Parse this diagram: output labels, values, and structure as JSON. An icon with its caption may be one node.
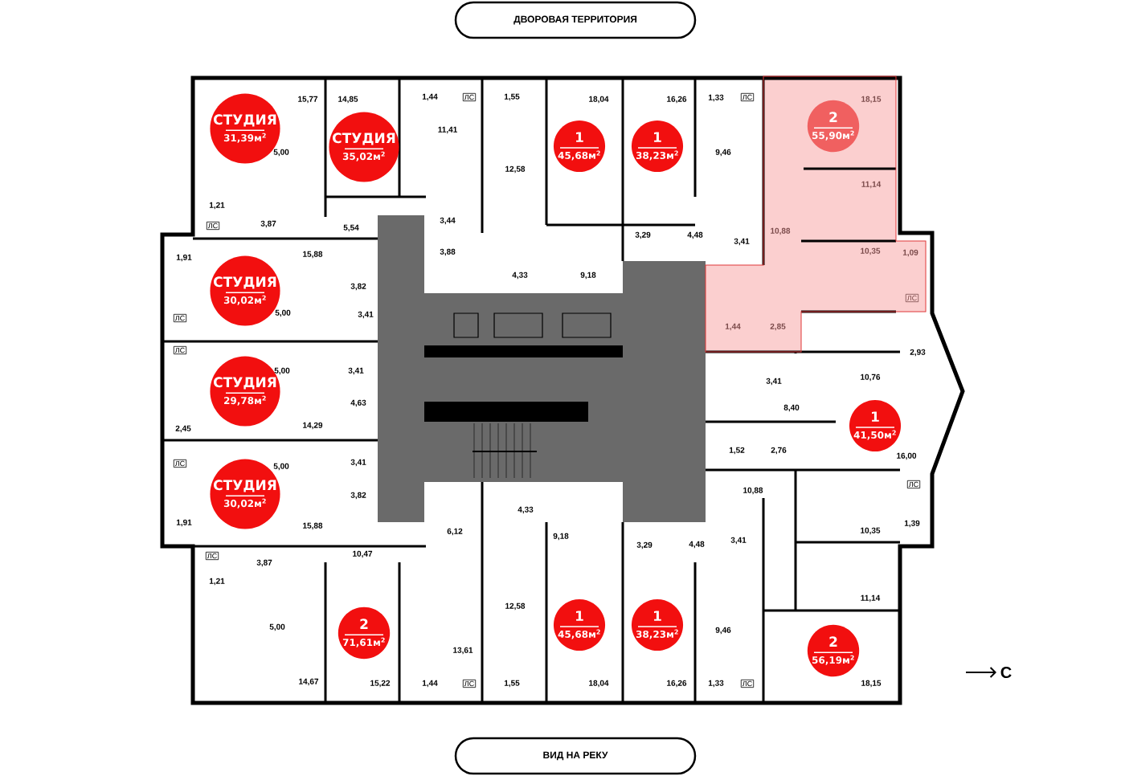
{
  "diagram": {
    "nodes": [
      {
        "text": [
          "ДВОРОВАЯ ТЕРРИТОРИЯ"
        ]
      },
      {
        "text": [
          "СТУДИЯ",
          "31,39м$^{2}$"
        ]
      },
      {
        "text": [
          "СТУДИЯ",
          "35,02м$^{2}$"
        ]
      },
      {
        "text": [
          "1",
          "45,68м$^{2}$"
        ]
      },
      {
        "text": [
          "1",
          "38,23м$^{2}$"
        ]
      },
      {
        "text": [
          "2",
          "55,90м$^{2}$"
        ]
      },
      {
        "text": [
          "СТУДИЯ",
          "30,02м$^{2}$"
        ]
      },
      {
        "text": [
          "СТУДИЯ",
          "29,78м$^{2}$"
        ]
      },
      {
        "text": [
          "1",
          "41,50м$^{2}$"
        ]
      },
      {
        "text": [
          "СТУДИЯ",
          "30,02м$^{2}$"
        ]
      },
      {
        "text": [
          "2",
          "71,61м$^{2}$"
        ]
      },
      {
        "text": [
          "1",
          "45,68м$^{2}$"
        ]
      },
      {
        "text": [
          "1",
          "38,23м$^{2}$"
        ]
      },
      {
        "text": [
          "2",
          "56,19м$^{2}$"
        ]
      },
      {
        "text": [
          "ВИД НА РЕКУ"
        ]
      }
    ],
    "labels": [
      "15,77",
      "14,85",
      "1,44",
      "ЛС",
      "1,55",
      "18,04",
      "16,26",
      "1,33",
      "ЛС",
      "18,15",
      "11,41",
      "5,00",
      "12,58",
      "9,46",
      "11,14",
      "1,21",
      "ЛС",
      "3,87",
      "5,54",
      "3,44",
      "10,88",
      "3,29",
      "4,48",
      "3,41",
      "3,88",
      "1,91",
      "15,88",
      "10,35",
      "1,09",
      "4,33",
      "9,18",
      "3,82",
      "ЛС",
      "3,41",
      "ЛС",
      "5,00",
      "1,44",
      "2,85",
      "ЛС",
      "2,93",
      "5,00",
      "3,41",
      "3,41",
      "10,76",
      "4,63",
      "8,40",
      "2,45",
      "14,29",
      "1,52",
      "2,76",
      "16,00",
      "ЛС",
      "5,00",
      "3,41",
      "ЛС",
      "10,88",
      "3,82",
      "4,33",
      "1,91",
      "15,88",
      "1,39",
      "6,12",
      "9,18",
      "10,35",
      "3,29",
      "4,48",
      "3,41",
      "ЛС",
      "10,47",
      "3,87",
      "1,21",
      "11,14",
      "12,58",
      "5,00",
      "9,46",
      "13,61",
      "14,67",
      "15,22",
      "1,44",
      "ЛС",
      "1,55",
      "18,04",
      "16,26",
      "1,33",
      "ЛС",
      "18,15",
      "С"
    ]
  }
}
